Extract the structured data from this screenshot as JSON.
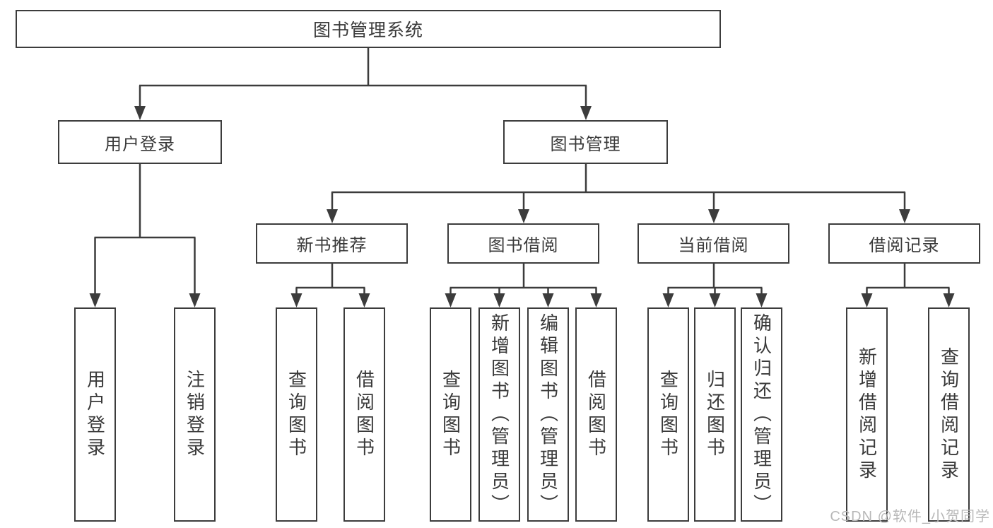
{
  "diagram": {
    "root": {
      "label": "图书管理系统"
    },
    "level2": [
      {
        "label": "用户登录"
      },
      {
        "label": "图书管理"
      }
    ],
    "level3": [
      {
        "label": "新书推荐"
      },
      {
        "label": "图书借阅"
      },
      {
        "label": "当前借阅"
      },
      {
        "label": "借阅记录"
      }
    ],
    "leaves": {
      "user_login": [
        {
          "label": "用户登录"
        },
        {
          "label": "注销登录"
        }
      ],
      "new_book_recommend": [
        {
          "label": "查询图书"
        },
        {
          "label": "借阅图书"
        }
      ],
      "book_borrow": [
        {
          "label": "查询图书"
        },
        {
          "label": "新增图书（管理员）"
        },
        {
          "label": "编辑图书（管理员）"
        },
        {
          "label": "借阅图书"
        }
      ],
      "current_borrow": [
        {
          "label": "查询图书"
        },
        {
          "label": "归还图书"
        },
        {
          "label": "确认归还（管理员）"
        }
      ],
      "borrow_records": [
        {
          "label": "新增借阅记录"
        },
        {
          "label": "查询借阅记录"
        }
      ]
    }
  },
  "watermark": {
    "text": "CSDN @软件_小贺同学"
  },
  "colors": {
    "line": "#3c3c3c",
    "box_border": "#3c3c3c",
    "text": "#3a3a3a",
    "watermark": "#b8b8b8",
    "background": "#ffffff"
  }
}
